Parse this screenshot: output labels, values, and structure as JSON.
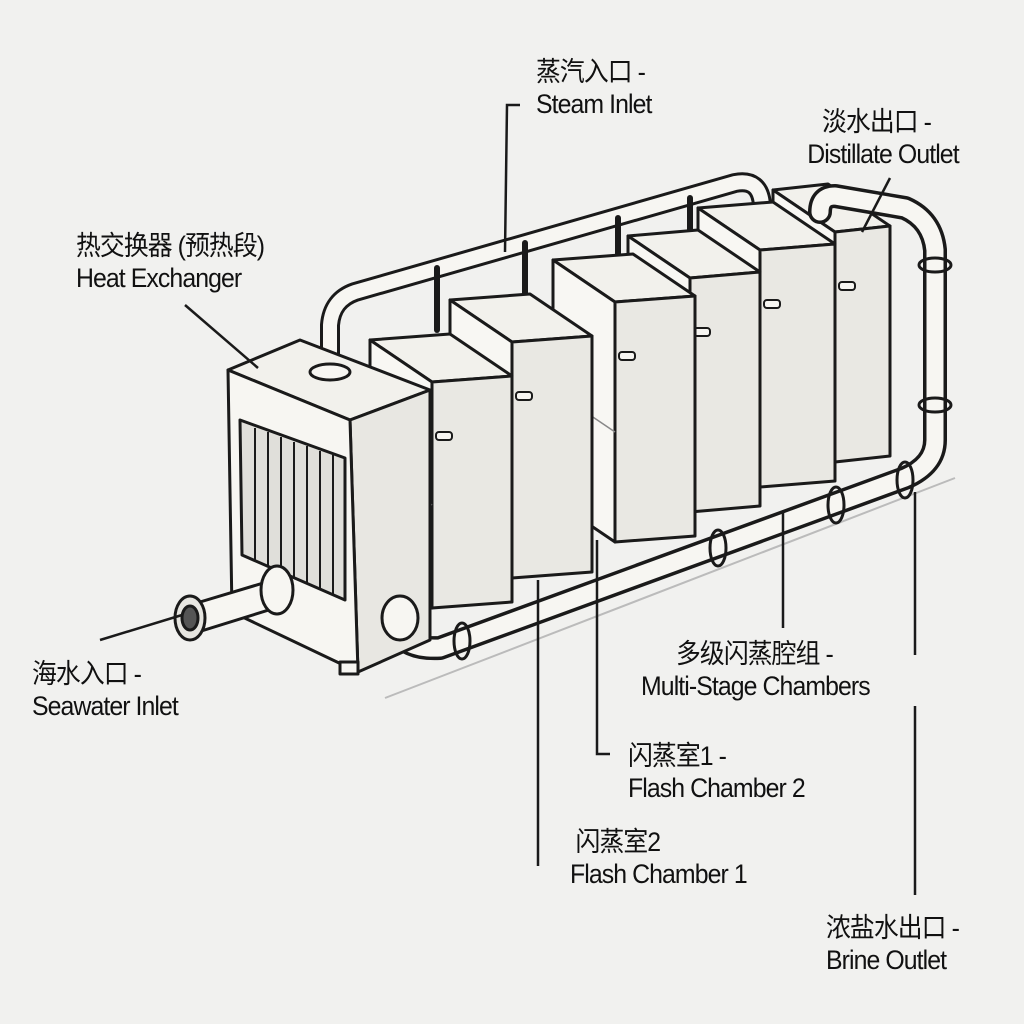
{
  "labels": {
    "steam_inlet": {
      "zh": "蒸汽入口 -",
      "en": "Steam Inlet"
    },
    "distillate_outlet": {
      "zh": "淡水出口 -",
      "en": "Distillate Outlet"
    },
    "heat_exchanger": {
      "zh": "热交换器 (预热段)",
      "en": "Heat Exchanger"
    },
    "seawater_inlet": {
      "zh": "海水入口 -",
      "en": "Seawater Inlet"
    },
    "multi_stage": {
      "zh": "多级闪蒸腔组 -",
      "en": "Multi-Stage Chambers"
    },
    "flash_chamber_a": {
      "zh": "闪蒸室1 -",
      "en": "Flash Chamber 2"
    },
    "flash_chamber_b": {
      "zh": "闪蒸室2",
      "en": "Flash Chamber 1"
    },
    "brine_outlet": {
      "zh": "浓盐水出口 -",
      "en": "Brine Outlet"
    }
  },
  "colors": {
    "ink": "#1a1a1a",
    "paper": "#f1f1ef",
    "fill": "#f7f6f2"
  }
}
